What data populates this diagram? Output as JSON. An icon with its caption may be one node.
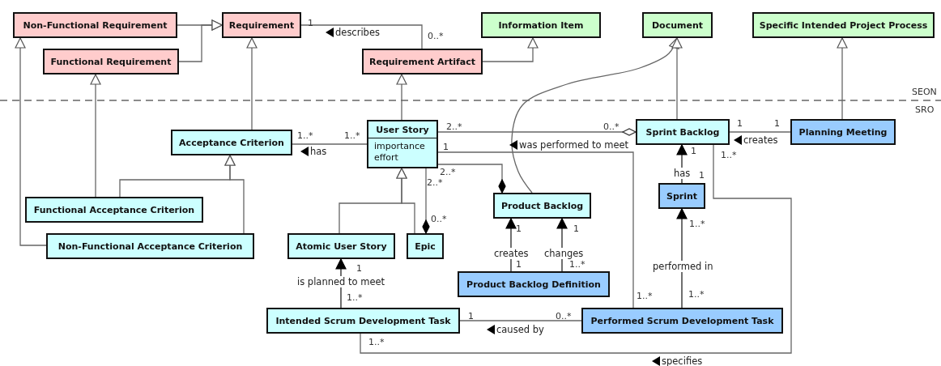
{
  "diagram": {
    "nodes": [
      {
        "text": [
          "Non-Functional Requirement"
        ]
      },
      {
        "text": [
          "Requirement"
        ]
      },
      {
        "text": [
          "Functional Requirement"
        ]
      },
      {
        "text": [
          "Requirement Artifact"
        ]
      },
      {
        "text": [
          "Information Item"
        ]
      },
      {
        "text": [
          "Document"
        ]
      },
      {
        "text": [
          "Specific Intended Project Process"
        ]
      },
      {
        "text": [
          "Acceptance Criterion"
        ]
      },
      {
        "text": [
          "User Story",
          "importance",
          "effort"
        ]
      },
      {
        "text": [
          "Sprint Backlog"
        ]
      },
      {
        "text": [
          "Planning Meeting"
        ]
      },
      {
        "text": [
          "Sprint"
        ]
      },
      {
        "text": [
          "Product Backlog"
        ]
      },
      {
        "text": [
          "Functional Acceptance Criterion"
        ]
      },
      {
        "text": [
          "Non-Functional Acceptance Criterion"
        ]
      },
      {
        "text": [
          "Atomic User Story"
        ]
      },
      {
        "text": [
          "Epic"
        ]
      },
      {
        "text": [
          "Product Backlog Definition"
        ]
      },
      {
        "text": [
          "Intended Scrum Development Task"
        ]
      },
      {
        "text": [
          "Performed Scrum Development Task"
        ]
      }
    ],
    "edges": [
      {
        "from": 0,
        "to": 1,
        "arrow": "to"
      },
      {
        "from": 2,
        "to": 1,
        "arrow": "to"
      },
      {
        "from": 3,
        "to": 1,
        "arrow": "none",
        "label": "describes"
      },
      {
        "from": 3,
        "to": 4,
        "arrow": "to"
      },
      {
        "from": 8,
        "to": 3,
        "arrow": "to"
      },
      {
        "from": 7,
        "to": 1,
        "arrow": "to"
      },
      {
        "from": 8,
        "to": 7,
        "arrow": "none",
        "label": "has"
      },
      {
        "from": 13,
        "to": 7,
        "arrow": "to"
      },
      {
        "from": 14,
        "to": 7,
        "arrow": "to"
      },
      {
        "from": 13,
        "to": 2,
        "arrow": "to"
      },
      {
        "from": 14,
        "to": 0,
        "arrow": "to"
      },
      {
        "from": 15,
        "to": 8,
        "arrow": "to"
      },
      {
        "from": 16,
        "to": 8,
        "arrow": "to"
      },
      {
        "from": 8,
        "to": 16,
        "arrow": "other"
      },
      {
        "from": 8,
        "to": 12,
        "arrow": "other"
      },
      {
        "from": 8,
        "to": 9,
        "arrow": "other"
      },
      {
        "from": 12,
        "to": 5,
        "arrow": "to"
      },
      {
        "from": 9,
        "to": 5,
        "arrow": "to"
      },
      {
        "from": 19,
        "to": 8,
        "arrow": "none",
        "label": "was performed to meet"
      },
      {
        "from": 10,
        "to": 9,
        "arrow": "none",
        "label": "creates"
      },
      {
        "from": 10,
        "to": 6,
        "arrow": "to"
      },
      {
        "from": 11,
        "to": 9,
        "arrow": "to",
        "label": "has"
      },
      {
        "from": 17,
        "to": 12,
        "arrow": "to",
        "label": "creates"
      },
      {
        "from": 17,
        "to": 12,
        "arrow": "to",
        "label": "changes"
      },
      {
        "from": 19,
        "to": 11,
        "arrow": "to",
        "label": "performed in"
      },
      {
        "from": 18,
        "to": 15,
        "arrow": "to",
        "label": "is planned to meet"
      },
      {
        "from": 19,
        "to": 18,
        "arrow": "none",
        "label": "caused by"
      },
      {
        "from": 18,
        "to": 9,
        "arrow": "none",
        "label": "specifies"
      }
    ],
    "labels": [
      "1",
      "0..*",
      "SEON",
      "SRO",
      "1..*",
      "1..*",
      "2..*",
      "0..*",
      "1",
      "1",
      "1",
      "2..*",
      "1",
      "1..*",
      "1",
      "2..*",
      "0..*",
      "1..*",
      "1",
      "1",
      "1",
      "1",
      "1..*",
      "1..*",
      "1..*",
      "1..*",
      "1",
      "0..*",
      "1..*"
    ]
  }
}
